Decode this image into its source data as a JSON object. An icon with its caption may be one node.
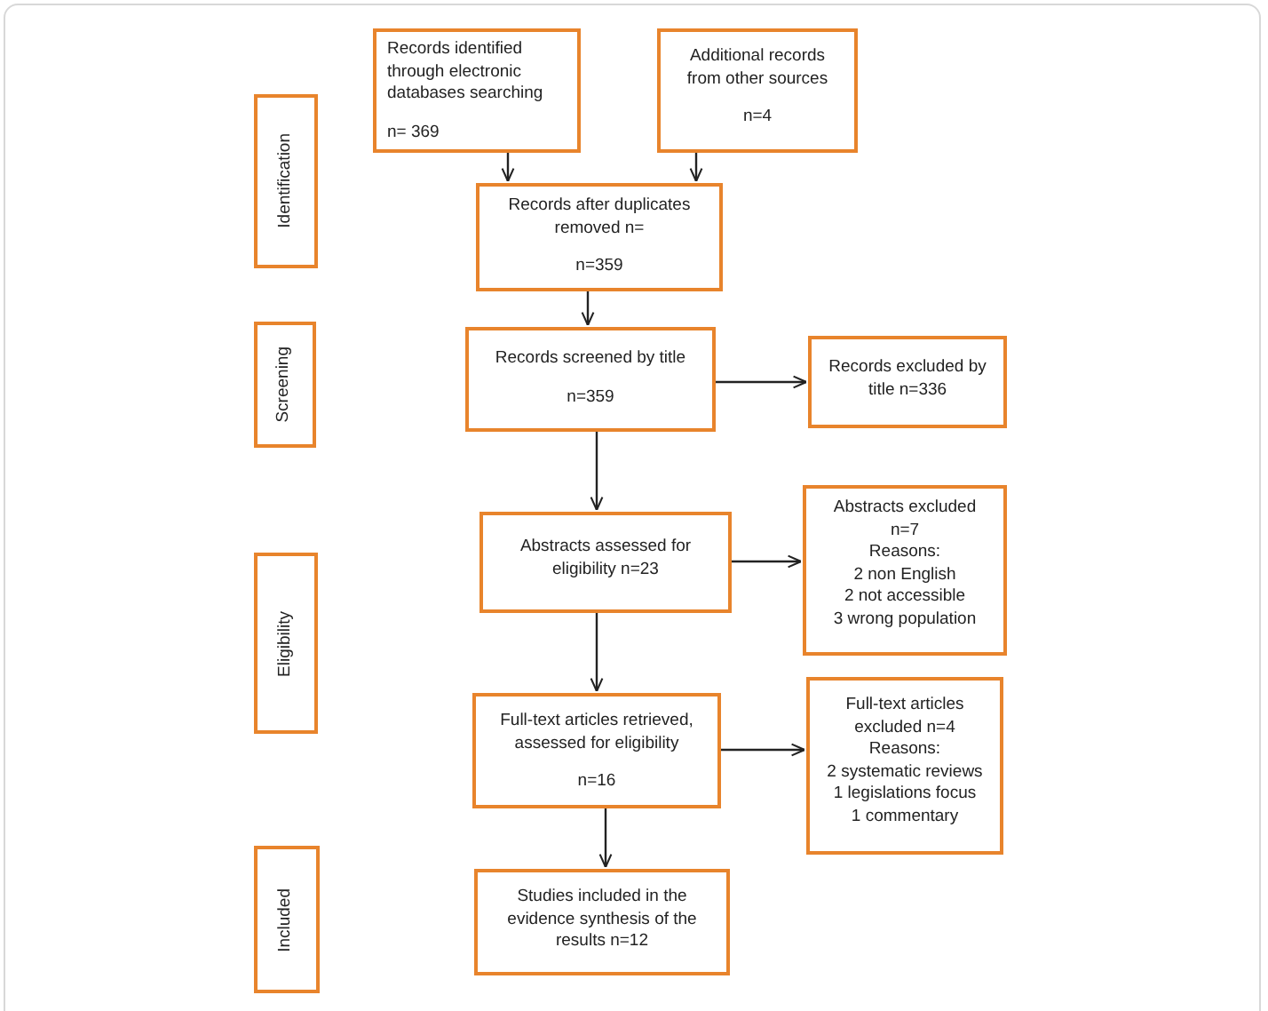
{
  "diagram": {
    "nodes": [
      {
        "text": [
          "Identification"
        ]
      },
      {
        "text": [
          "Screening"
        ]
      },
      {
        "text": [
          "Eligibility"
        ]
      },
      {
        "text": [
          "Included"
        ]
      },
      {
        "text": [
          "Records identified through electronic databases searching",
          "n= 369"
        ]
      },
      {
        "text": [
          "Additional records from other sources",
          "n=4"
        ]
      },
      {
        "text": [
          "Records after duplicates removed n=",
          "n=359"
        ]
      },
      {
        "text": [
          "Records screened by title",
          "n=359"
        ]
      },
      {
        "text": [
          "Records excluded by title n=336"
        ]
      },
      {
        "text": [
          "Abstracts assessed for eligibility n=23"
        ]
      },
      {
        "text": [
          "Abstracts excluded n=7",
          "Reasons:",
          "2 non English",
          "2 not accessible",
          "3 wrong population"
        ]
      },
      {
        "text": [
          "Full-text articles retrieved, assessed for eligibility",
          "n=16"
        ]
      },
      {
        "text": [
          "Full-text articles excluded n=4",
          "Reasons:",
          "2 systematic reviews",
          "1 legislations focus",
          "1 commentary"
        ]
      },
      {
        "text": [
          "Studies included in the evidence synthesis of the results n=12"
        ]
      }
    ],
    "edges": [
      {
        "from": 4,
        "to": 6,
        "arrow": "to"
      },
      {
        "from": 5,
        "to": 6,
        "arrow": "to"
      },
      {
        "from": 6,
        "to": 7,
        "arrow": "to"
      },
      {
        "from": 7,
        "to": 8,
        "arrow": "to"
      },
      {
        "from": 7,
        "to": 9,
        "arrow": "to"
      },
      {
        "from": 9,
        "to": 10,
        "arrow": "to"
      },
      {
        "from": 9,
        "to": 11,
        "arrow": "to"
      },
      {
        "from": 11,
        "to": 12,
        "arrow": "to"
      },
      {
        "from": 11,
        "to": 13,
        "arrow": "to"
      }
    ]
  }
}
